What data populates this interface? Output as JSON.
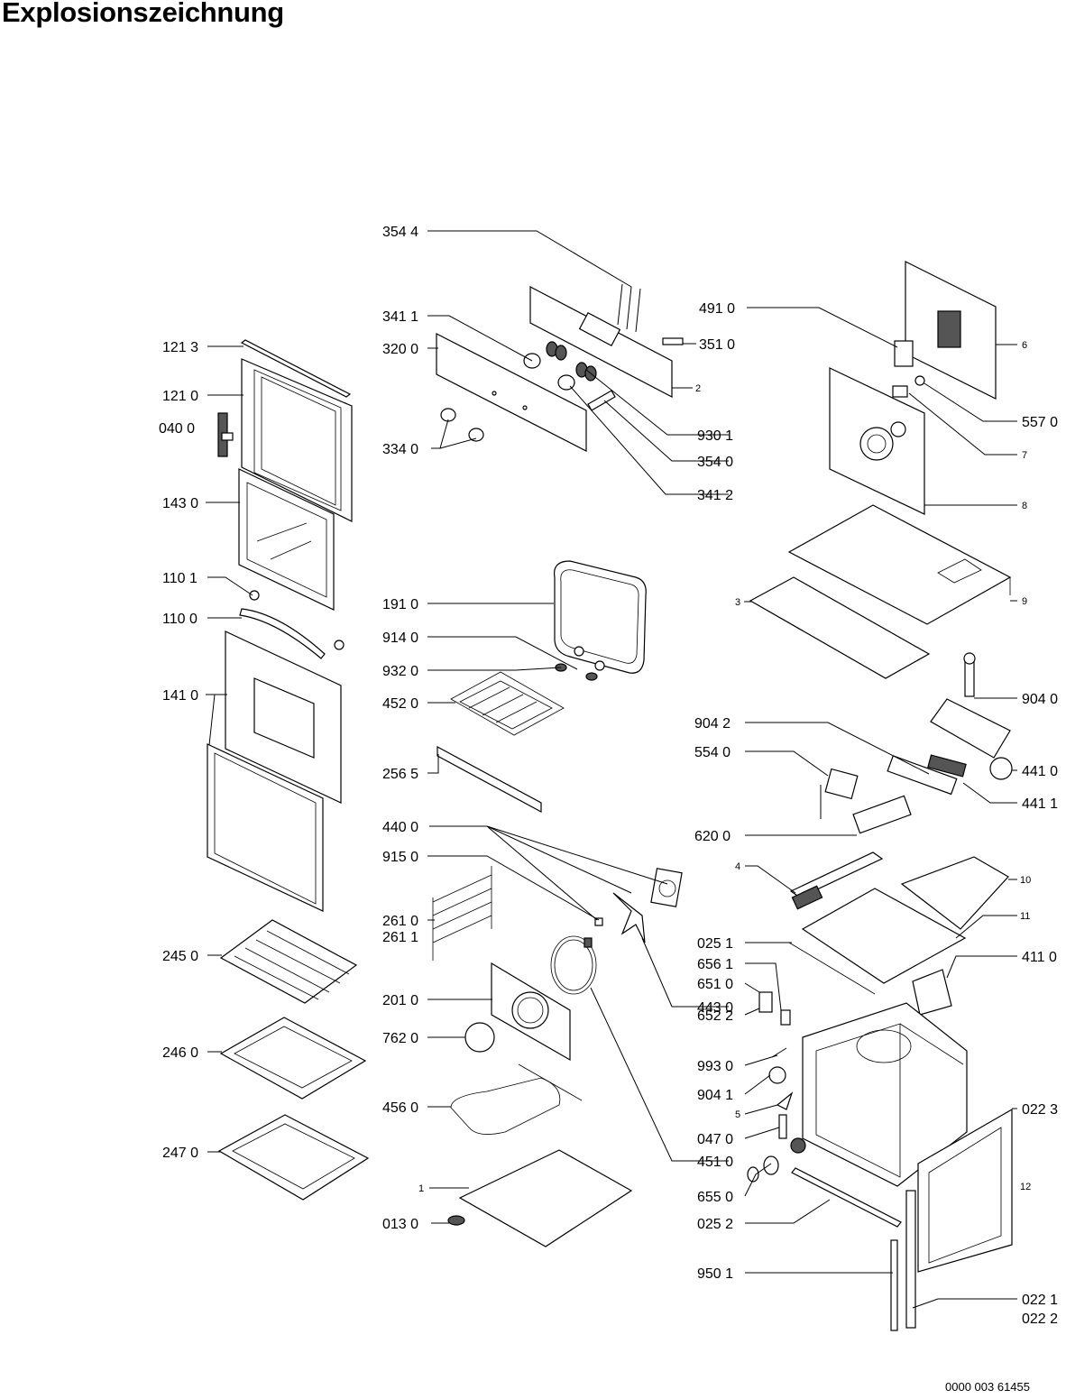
{
  "title": "Explosionszeichnung",
  "document_number": "0000 003 61455",
  "labels": {
    "l3544": "354 4",
    "l3411": "341 1",
    "l3200": "320 0",
    "l3340": "334 0",
    "l3510": "351 0",
    "l2": "2",
    "l9301": "930 1",
    "l3540": "354 0",
    "l3412": "341 2",
    "l4910": "491 0",
    "l6": "6",
    "l5570": "557 0",
    "l7": "7",
    "l8": "8",
    "l9": "9",
    "l3": "3",
    "l1213": "121 3",
    "l1210": "121 0",
    "l0400": "040 0",
    "l1430": "143 0",
    "l1101": "110 1",
    "l1100": "110 0",
    "l1410": "141 0",
    "l1910": "191 0",
    "l9140": "914 0",
    "l9320": "932 0",
    "l4520": "452 0",
    "l2565": "256 5",
    "l9040": "904 0",
    "l9042": "904 2",
    "l5540": "554 0",
    "l4410": "441 0",
    "l4411": "441 1",
    "l6200": "620 0",
    "l4400": "440 0",
    "l9150": "915 0",
    "l2610": "261 0",
    "l2611": "261 1",
    "l2450": "245 0",
    "l2010": "201 0",
    "l7620": "762 0",
    "l2460": "246 0",
    "l4560": "456 0",
    "l4510": "451 0",
    "l4430": "443 0",
    "l2470": "247 0",
    "l1": "1",
    "l0130": "013 0",
    "l4": "4",
    "l10": "10",
    "l11": "11",
    "l0251": "025 1",
    "l6561": "656 1",
    "l6510": "651 0",
    "l4110": "411 0",
    "l6522": "652 2",
    "l9930": "993 0",
    "l9041": "904 1",
    "l5": "5",
    "l0223": "022 3",
    "l0470": "047 0",
    "l12": "12",
    "l6550": "655 0",
    "l0252": "025 2",
    "l9501": "950 1",
    "l0221": "022 1",
    "l0222": "022 2"
  }
}
